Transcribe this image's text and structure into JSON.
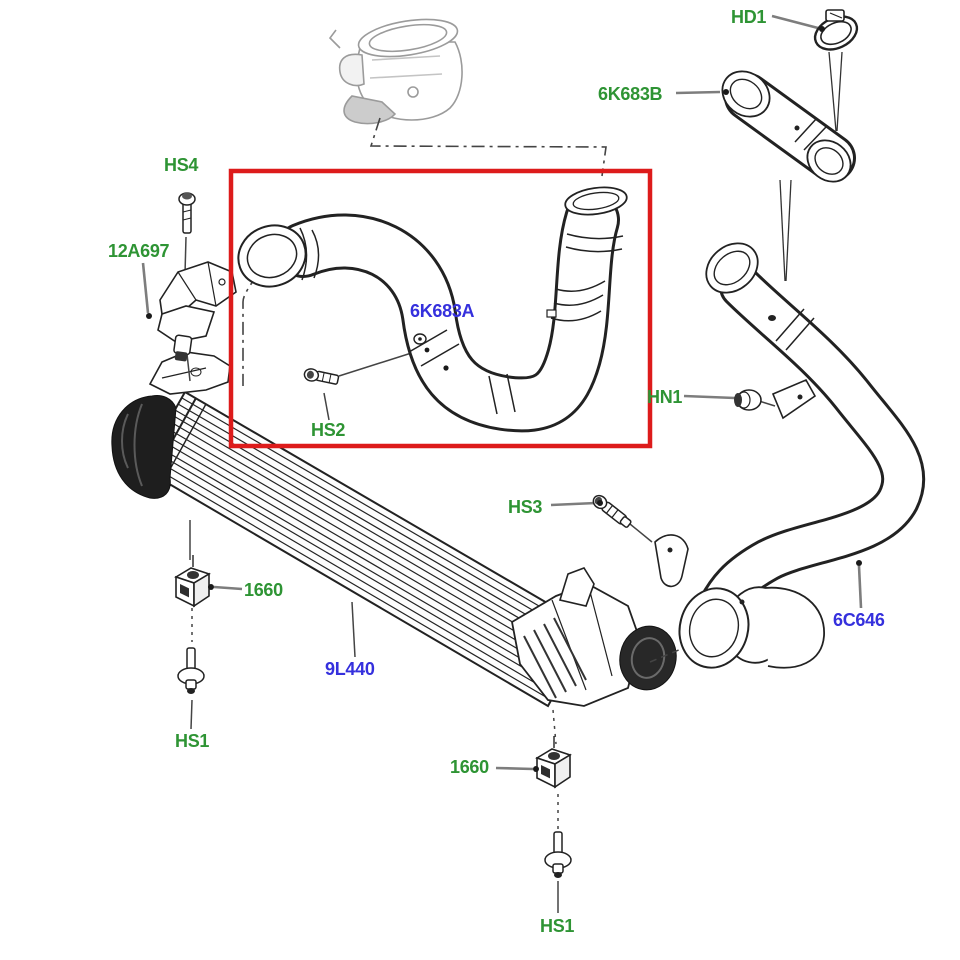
{
  "page": {
    "title": "Intercooler and charge air hose parts diagram",
    "background": "#ffffff"
  },
  "colors": {
    "part_number_blue": "#3530dd",
    "hardware_label_green": "#2e9434",
    "highlight_box_red": "#dd1b1b",
    "line_art": "#222222",
    "ghost_part_gray": "#9b9b9b"
  },
  "highlight_box": {
    "encloses_part": "6K683A"
  },
  "labels": {
    "hd1": {
      "text": "HD1"
    },
    "hose_6k683b": {
      "text": "6K683B"
    },
    "hs4": {
      "text": "HS4"
    },
    "bracket_12a697": {
      "text": "12A697"
    },
    "hose_6k683a": {
      "text": "6K683A"
    },
    "hs2": {
      "text": "HS2"
    },
    "hn1": {
      "text": "HN1"
    },
    "hs3": {
      "text": "HS3"
    },
    "nut_1660_left": {
      "text": "1660"
    },
    "intercooler_9l440": {
      "text": "9L440"
    },
    "hose_6c646": {
      "text": "6C646"
    },
    "hs1_left": {
      "text": "HS1"
    },
    "nut_1660_bottom": {
      "text": "1660"
    },
    "hs1_bottom": {
      "text": "HS1"
    }
  }
}
